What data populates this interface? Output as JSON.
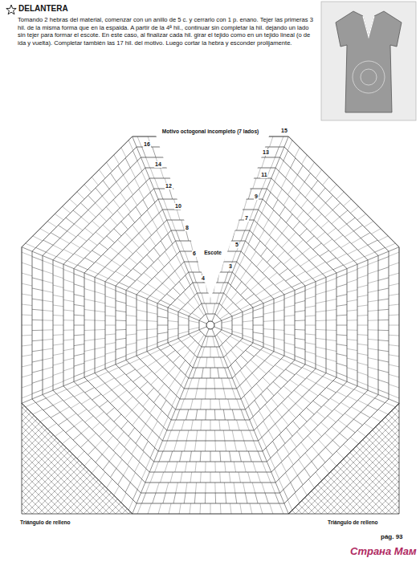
{
  "diagram": {
    "title": "DELANTERA",
    "labels": [
      "Tomando 2 hebras del material, comenzar con un anillo de 5 c. y cerrarlo con 1 p. enano. Tejer las primeras 3 hil. de la misma forma que en la espalda. A partir de la 4ª hil., continuar sin completar la hil. dejando un lado sin tejer para formar el escote. En este caso, al finalizar cada hil. girar el tejido como en un tejido lineal (o de ida y vuelta). Completar también las 17 hil. del motivo. Luego cortar la hebra y esconder prolijamente.",
      "Motivo octogonal incompleto (7 lados)",
      "16",
      "14",
      "12",
      "10",
      "8",
      "6",
      "4",
      "15",
      "13",
      "11",
      "9",
      "7",
      "5",
      "3",
      "Escote",
      "Triángulo de relleno",
      "Triángulo de relleno",
      "pág. 93",
      "Страна Мам"
    ]
  }
}
